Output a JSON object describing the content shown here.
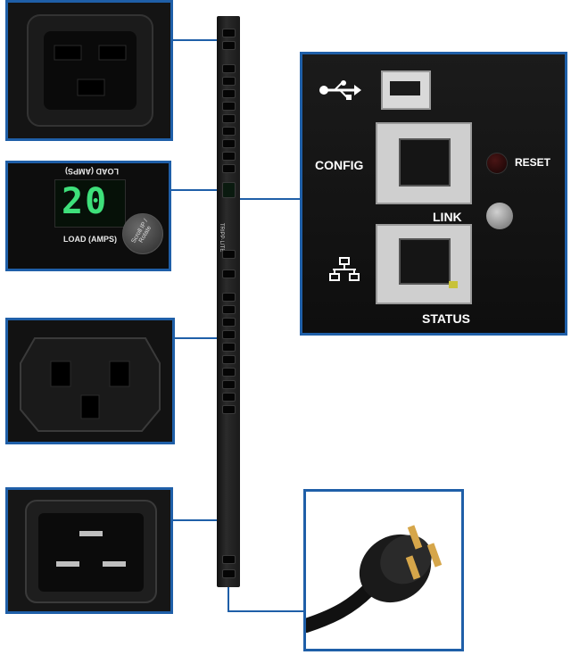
{
  "display": {
    "digits": "20",
    "label_top": "LOAD (AMPS)",
    "label_bottom": "LOAD (AMPS)",
    "button_label": "Scroll IP / Rotate"
  },
  "network_panel": {
    "config_label": "CONFIG",
    "reset_label": "RESET",
    "link_label": "LINK",
    "status_label": "STATUS"
  },
  "strip": {
    "brand": "TRIPP·LITE"
  },
  "colors": {
    "accent_border": "#1f5fa8",
    "lcd_green": "#3ee07a"
  },
  "icons": [
    "usb-icon",
    "network-icon"
  ]
}
